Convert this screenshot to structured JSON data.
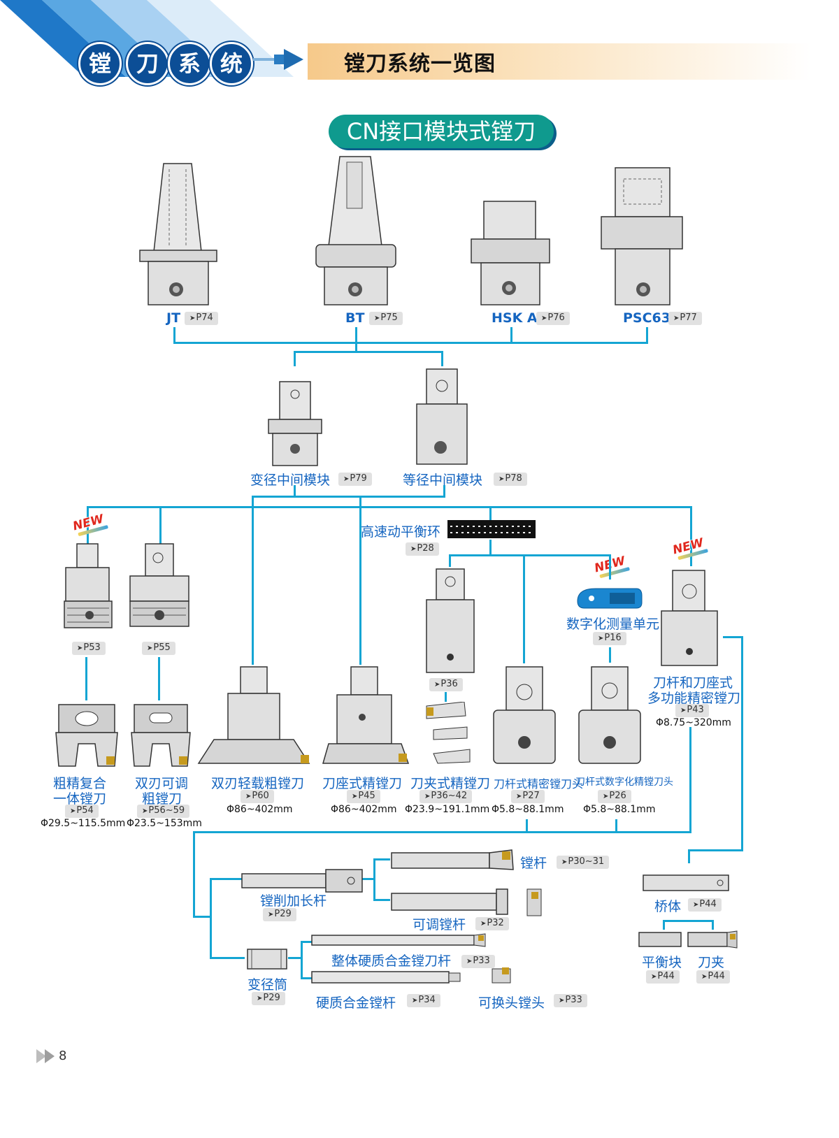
{
  "header": {
    "circle_chars": [
      "镗",
      "刀",
      "系",
      "统"
    ],
    "title": "镗刀系统一览图"
  },
  "section_title": "CN接口模块式镗刀",
  "holders": [
    {
      "name": "JT",
      "ref": "P74"
    },
    {
      "name": "BT",
      "ref": "P75"
    },
    {
      "name": "HSK A",
      "ref": "P76"
    },
    {
      "name": "PSC63",
      "ref": "P77"
    }
  ],
  "middle_modules": [
    {
      "name": "变径中间模块",
      "ref": "P79"
    },
    {
      "name": "等径中间模块",
      "ref": "P78"
    }
  ],
  "balance_ring": {
    "name": "高速动平衡环",
    "ref": "P28"
  },
  "digital_unit": {
    "name": "数字化测量单元",
    "ref": "P16"
  },
  "new_badge": "NEW",
  "upper_refs": {
    "rough_combo": "P53",
    "twin_adjust": "P55",
    "cartridge_fine": "P36"
  },
  "multi_tool": {
    "name_line1": "刀杆和刀座式",
    "name_line2": "多功能精密镗刀",
    "ref": "P43",
    "dim": "Φ8.75~320mm"
  },
  "tools": [
    {
      "name_line1": "粗精复合",
      "name_line2": "一体镗刀",
      "ref": "P54",
      "dim": "Φ29.5~115.5mm"
    },
    {
      "name_line1": "双刃可调",
      "name_line2": "粗镗刀",
      "ref": "P56~59",
      "dim": "Φ23.5~153mm"
    },
    {
      "name_line1": "双刃轻载粗镗刀",
      "name_line2": "",
      "ref": "P60",
      "dim": "Φ86~402mm"
    },
    {
      "name_line1": "刀座式精镗刀",
      "name_line2": "",
      "ref": "P45",
      "dim": "Φ86~402mm"
    },
    {
      "name_line1": "刀夹式精镗刀",
      "name_line2": "",
      "ref": "P36~42",
      "dim": "Φ23.9~191.1mm"
    },
    {
      "name_line1": "刀杆式精密镗刀头",
      "name_line2": "",
      "ref": "P27",
      "dim": "Φ5.8~88.1mm"
    },
    {
      "name_line1": "刀杆式数字化精镗刀头",
      "name_line2": "",
      "ref": "P26",
      "dim": "Φ5.8~88.1mm"
    }
  ],
  "bottom": {
    "extension": {
      "name": "镗削加长杆",
      "ref": "P29"
    },
    "bar": {
      "name": "镗杆",
      "ref": "P30~31"
    },
    "adj_bar": {
      "name": "可调镗杆",
      "ref": "P32"
    },
    "sleeve": {
      "name": "变径筒",
      "ref": "P29"
    },
    "carbide_bar_full": {
      "name": "整体硬质合金镗刀杆",
      "ref": "P33"
    },
    "carbide_bar": {
      "name": "硬质合金镗杆",
      "ref": "P34"
    },
    "exch_head": {
      "name": "可换头镗头",
      "ref": "P33"
    },
    "bridge": {
      "name": "桥体",
      "ref": "P44"
    },
    "balance_block": {
      "name": "平衡块",
      "ref": "P44"
    },
    "clamp": {
      "name": "刀夹",
      "ref": "P44"
    }
  },
  "page_number": "8",
  "colors": {
    "accent": "#14a5d3",
    "label": "#1565c0",
    "pill": "#0f9a8e",
    "header_blue": "#0c4e96"
  }
}
